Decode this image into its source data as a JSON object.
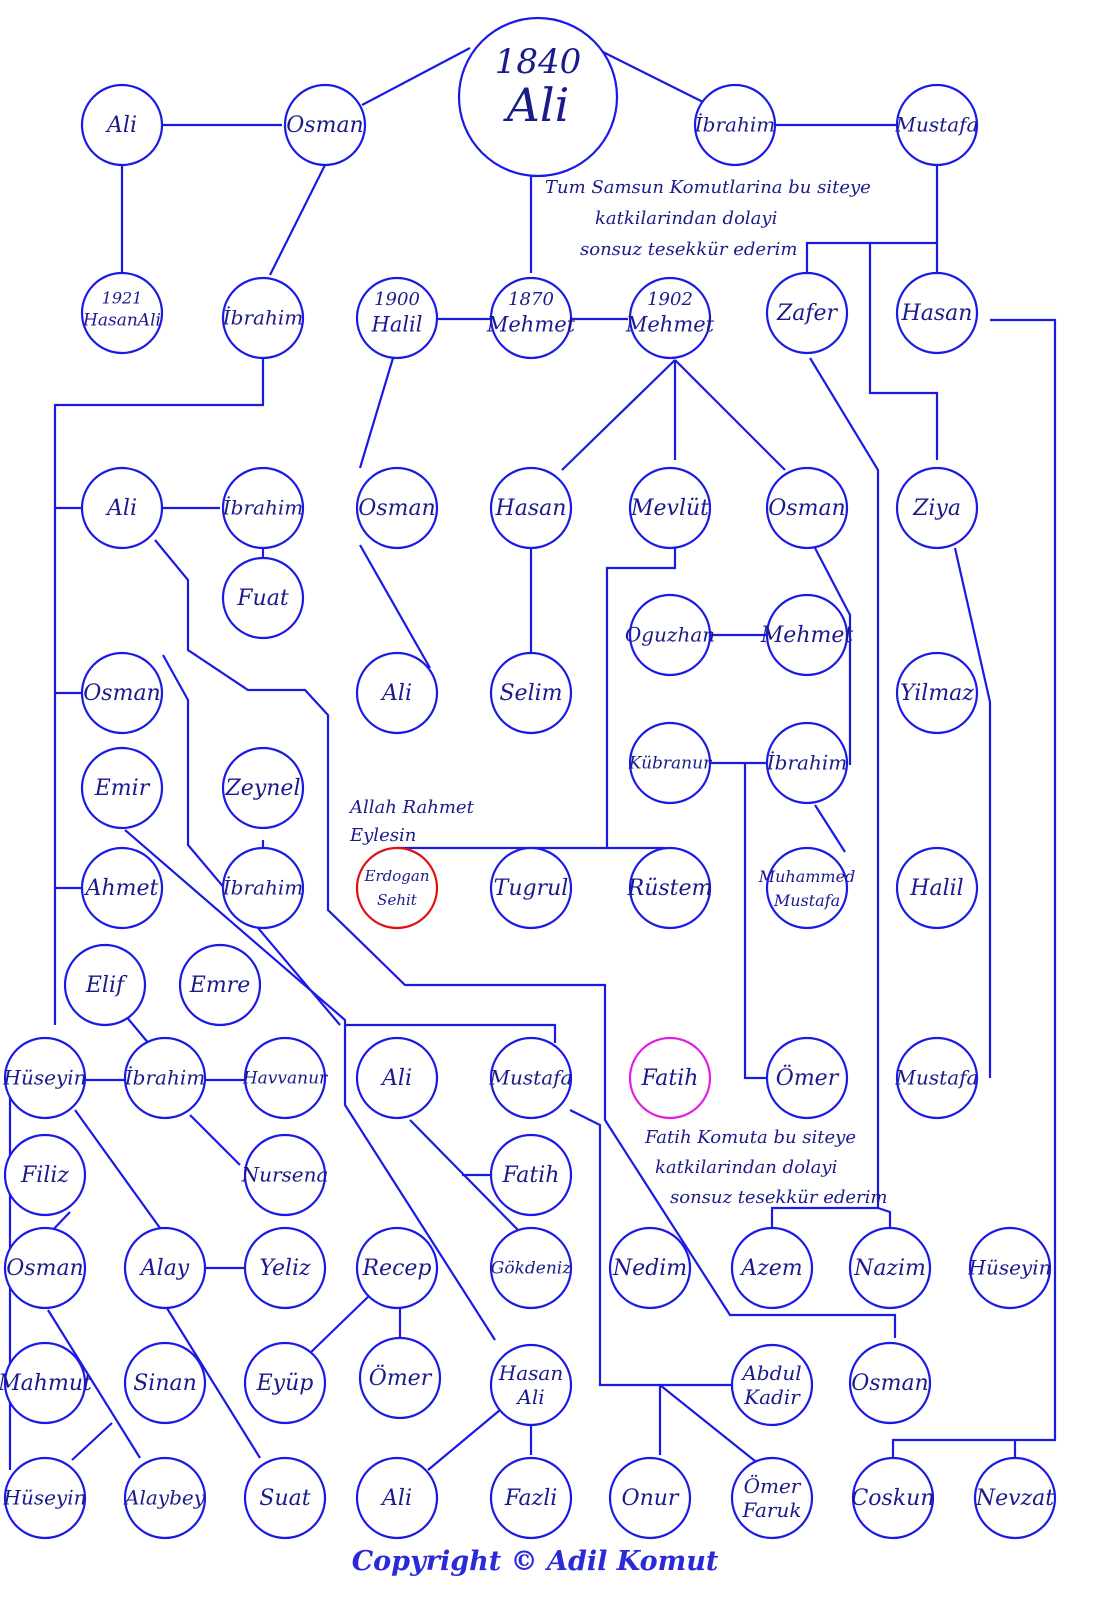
{
  "root": {
    "year": "1840",
    "name": "Ali"
  },
  "nodes": {
    "osman_top": "Osman",
    "ali_tl": "Ali",
    "ibrahim_top": "İbrahim",
    "mustafa_top": "Mustafa",
    "hasanali_1921": {
      "year": "1921",
      "name": "HasanAli"
    },
    "ibrahim_l2": "İbrahim",
    "halil_1900": {
      "year": "1900",
      "name": "Halil"
    },
    "mehmet_1870": {
      "year": "1870",
      "name": "Mehmet"
    },
    "mehmet_1902": {
      "year": "1902",
      "name": "Mehmet"
    },
    "zafer": "Zafer",
    "hasan_r": "Hasan",
    "ali_l3": "Ali",
    "ibrahim_l3": "İbrahim",
    "fuat": "Fuat",
    "osman_c": "Osman",
    "hasan_c": "Hasan",
    "mevlut": "Mevlüt",
    "osman_r": "Osman",
    "ziya": "Ziya",
    "oguzhan": "Oguzhan",
    "mehmet_r": "Mehmet",
    "osman_l4": "Osman",
    "ali_c": "Ali",
    "selim": "Selim",
    "yilmaz": "Yilmaz",
    "kubranur": "Kübranur",
    "ibrahim_r": "İbrahim",
    "emir": "Emir",
    "zeynel": "Zeynel",
    "ahmet": "Ahmet",
    "ibrahim_z": "İbrahim",
    "erdogan": "Erdogan Sehit",
    "tugrul": "Tugrul",
    "rustem": "Rüstem",
    "muhammed": "Muhammed Mustafa",
    "halil_r": "Halil",
    "elif": "Elif",
    "emre": "Emre",
    "huseyin_l": "Hüseyin",
    "ibrahim_e": "İbrahim",
    "havvanur": "Havvanur",
    "ali_m": "Ali",
    "mustafa_m": "Mustafa",
    "fatih_m": "Fatih",
    "omer_m": "Ömer",
    "mustafa_r": "Mustafa",
    "filiz": "Filiz",
    "nursena": "Nursena",
    "fatih_c": "Fatih",
    "osman_b": "Osman",
    "alay": "Alay",
    "yeliz": "Yeliz",
    "recep": "Recep",
    "gokdeniz": "Gökdeniz",
    "nedim": "Nedim",
    "azem": "Azem",
    "nazim": "Nazim",
    "huseyin_r": "Hüseyin",
    "mahmut": "Mahmut",
    "sinan": "Sinan",
    "eyup": "Eyüp",
    "omer_b": "Ömer",
    "hasanali_b": "Hasan Ali",
    "abdulkadir": "Abdul Kadir",
    "osman_br": "Osman",
    "huseyin_b": "Hüseyin",
    "alaybey": "Alaybey",
    "suat": "Suat",
    "ali_b": "Ali",
    "fazli": "Fazli",
    "onur": "Onur",
    "omerfaruk": "Ömer Faruk",
    "coskun": "Coskun",
    "nevzat": "Nevzat"
  },
  "notes": {
    "thanks_samsun": [
      "Tum Samsun Komutlarina bu siteye",
      "katkilarindan dolayi",
      "sonsuz tesekkür ederim"
    ],
    "rahmet": [
      "Allah Rahmet",
      "Eylesin"
    ],
    "thanks_fatih": [
      "Fatih Komuta bu siteye",
      "katkilarindan dolayi",
      "sonsuz tesekkür ederim"
    ]
  },
  "copyright": "Copyright © Adil Komut",
  "colors": {
    "line": "#1a1ae6",
    "text": "#1a1a8c",
    "martyr": "#e01010",
    "contributor": "#e020e0"
  }
}
